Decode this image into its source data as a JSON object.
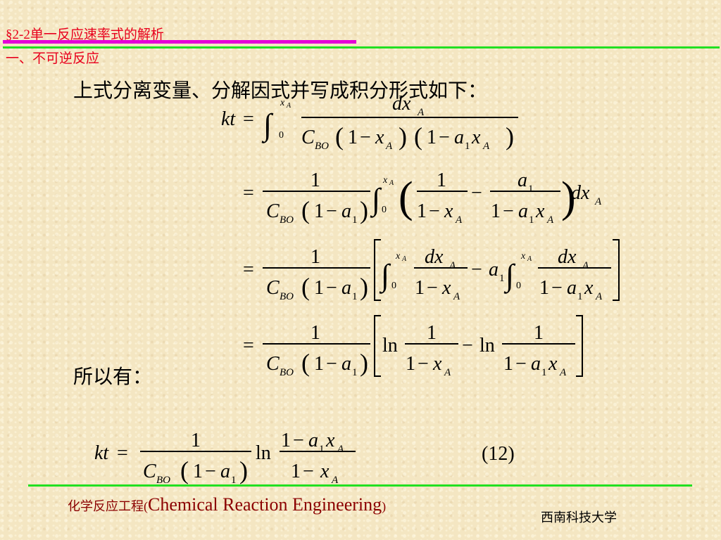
{
  "header": {
    "title": "§2-2单一反应速率式的解析",
    "subtitle": "一、不可逆反应"
  },
  "colors": {
    "header_text": "#e8001c",
    "magenta_rule": "#e400d8",
    "green_rule": "#22e022",
    "footer_text": "#8b0000",
    "background": "#f4e6c2"
  },
  "body": {
    "intro": "上式分离变量、分解因式并写成积分形式如下：",
    "conclusion": "所以有："
  },
  "math": {
    "kt": "kt",
    "eq": "=",
    "one": "1",
    "minus": "−",
    "zero": "0",
    "dx": "dx",
    "x": "x",
    "a": "a",
    "sub_A": "A",
    "sub_1": "1",
    "C": "C",
    "sub_BO": "BO",
    "ln": "ln"
  },
  "result": {
    "equation_number": "(12)"
  },
  "footer": {
    "course_zh": "化学反应工程(",
    "course_en": "Chemical Reaction Engineering",
    "course_close": ")",
    "university": "西南科技大学"
  }
}
